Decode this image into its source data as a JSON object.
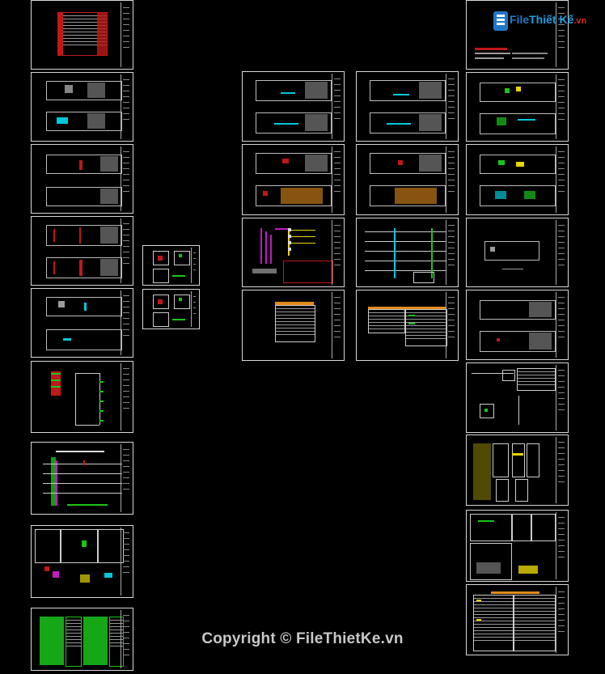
{
  "watermark": {
    "copyright_text": "Copyright © FileThietKe.vn"
  },
  "logo": {
    "brand_part1": "File",
    "brand_part2": "Thiết Kế",
    "brand_suffix": ".vn",
    "icon": "file-document-icon"
  },
  "colors": {
    "background": "#000000",
    "frame": "#d8d8d8",
    "accent_red": "#c01818",
    "accent_cyan": "#00c8d8",
    "accent_green": "#19c419",
    "accent_yellow": "#e6d500",
    "accent_magenta": "#c21ac2",
    "logo_blue": "#1f78c8",
    "logo_red": "#e4262c"
  }
}
